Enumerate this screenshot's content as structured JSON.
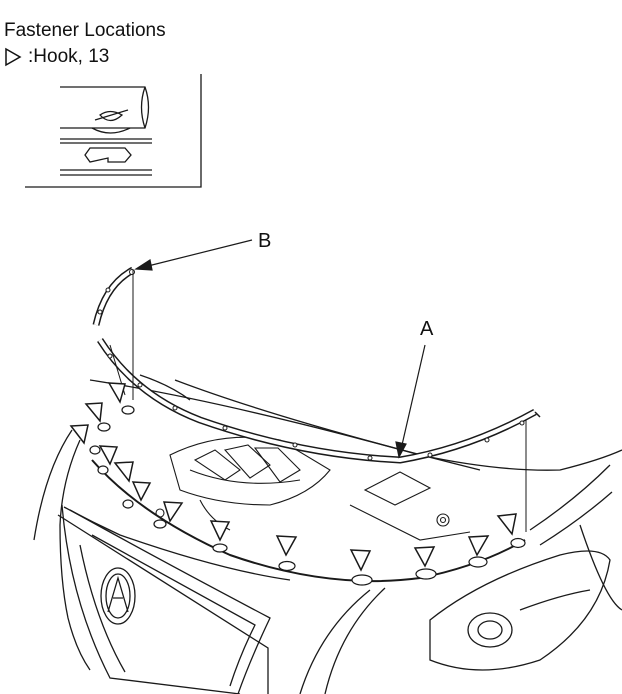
{
  "figure": {
    "title": "Fastener Locations",
    "legend": {
      "separator": ": ",
      "text": "Hook, 13",
      "icon": "hook-triangle-icon"
    },
    "labels": {
      "a": "A",
      "b": "B"
    },
    "line_color": "#1a1a1a"
  }
}
